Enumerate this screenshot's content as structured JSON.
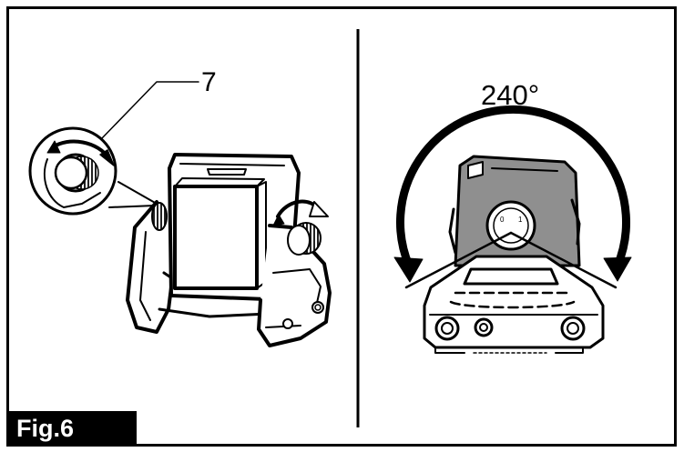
{
  "figure": {
    "label": "Fig.6",
    "callout_number": "7",
    "rotation_angle": "240°"
  }
}
